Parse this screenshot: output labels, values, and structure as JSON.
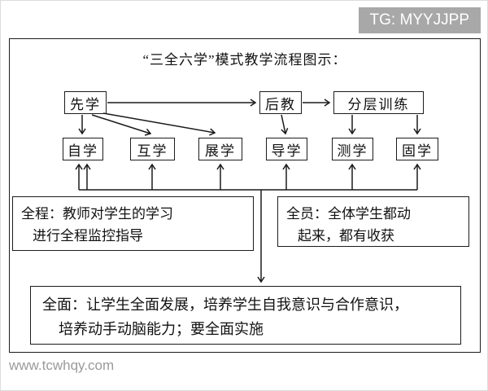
{
  "badge": {
    "text": "TG: MYYJJPP"
  },
  "watermark": {
    "text": "www.tcwhqy.com"
  },
  "diagram": {
    "title": "“三全六学”模式教学流程图示：",
    "nodes": {
      "first": "先学",
      "after": "后教",
      "layered": "分层训练",
      "self": "自学",
      "mutual": "互学",
      "show": "展学",
      "guide": "导学",
      "test": "测学",
      "consolidate": "固学"
    },
    "boxes": {
      "whole_process": {
        "line1": "全程：教师对学生的学习",
        "line2": "进行全程监控指导"
      },
      "all_students": {
        "line1": "全员：全体学生都动",
        "line2": "起来，都有收获"
      },
      "all_round": {
        "line1": "全面：让学生全面发展，培养学生自我意识与合作意识，",
        "line2": "培养动手动脑能力；要全面实施"
      }
    },
    "colors": {
      "line": "#1a1a1a",
      "badge_bg": "#a8a8a8",
      "watermark": "#9a9a9a",
      "background": "#ffffff"
    }
  }
}
